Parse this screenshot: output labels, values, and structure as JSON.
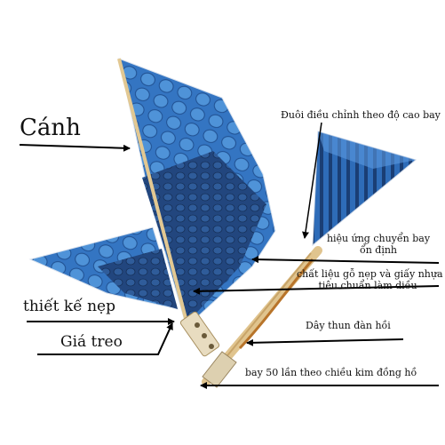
{
  "labels": {
    "wing": "Cánh",
    "tail_adjust": "Đuôi điều chỉnh theo độ cao bay",
    "stable_flap_1": "hiệu ứng chuyển bay",
    "stable_flap_2": "ổn định",
    "material_1": "chất liệu gỗ nẹp và giấy nhựa",
    "material_2": "tiêu chuẩn làm diều",
    "splint_design": "thiết kế nẹp",
    "hanger": "Giá treo",
    "rubber_band": "Dây thun đàn hồi",
    "fly_50": "bay 50 lần theo chiều kim đồng hồ"
  },
  "colors": {
    "wing_blue": "#2f6fb8",
    "wing_light": "#5aa2e0",
    "wing_dark": "#1d3f73",
    "wood": "#e0c48e",
    "arrow": "#000000"
  }
}
